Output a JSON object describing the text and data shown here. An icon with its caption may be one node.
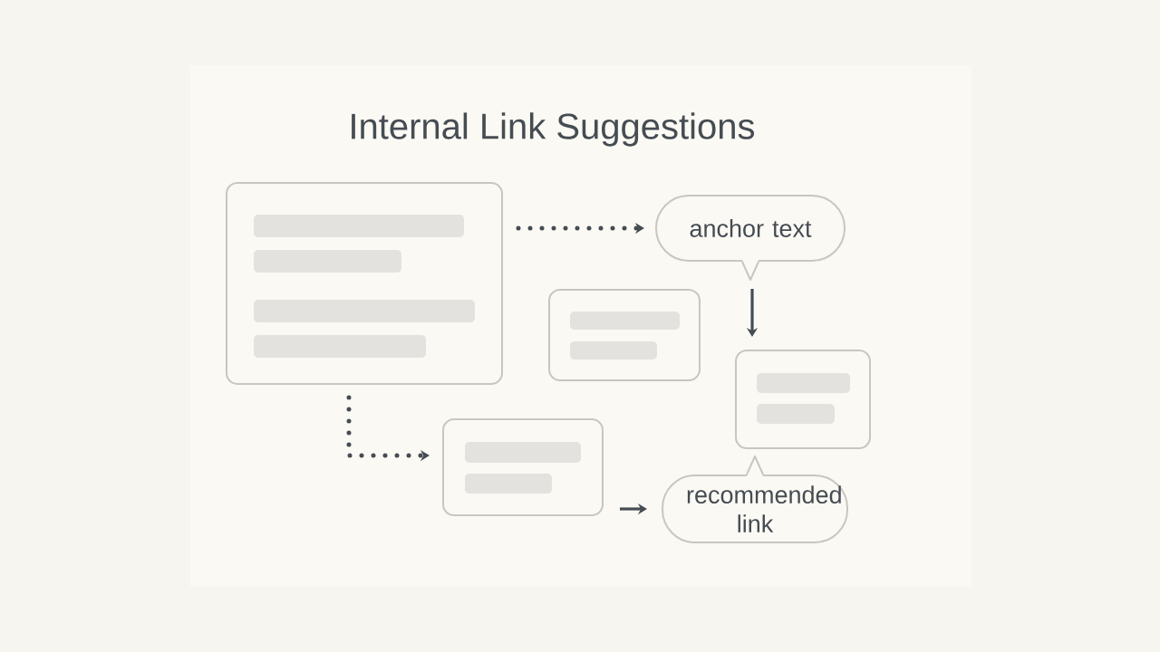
{
  "diagram": {
    "title": "Internal Link Suggestions",
    "nodes": [
      {
        "text": [],
        "shape": "box"
      },
      {
        "text": [
          "anchor text"
        ]
      },
      {
        "text": [],
        "shape": "box"
      },
      {
        "text": [],
        "shape": "box"
      },
      {
        "text": [],
        "shape": "box"
      },
      {
        "text": [
          "recommended link"
        ]
      }
    ],
    "edges": [
      {
        "from": 0,
        "to": 1,
        "arrow": "to",
        "style": "dashed"
      },
      {
        "from": 1,
        "to": 3,
        "arrow": "to"
      },
      {
        "from": 0,
        "to": 4,
        "arrow": "to",
        "style": "dashed"
      },
      {
        "from": 4,
        "to": 5,
        "arrow": "to"
      }
    ]
  }
}
